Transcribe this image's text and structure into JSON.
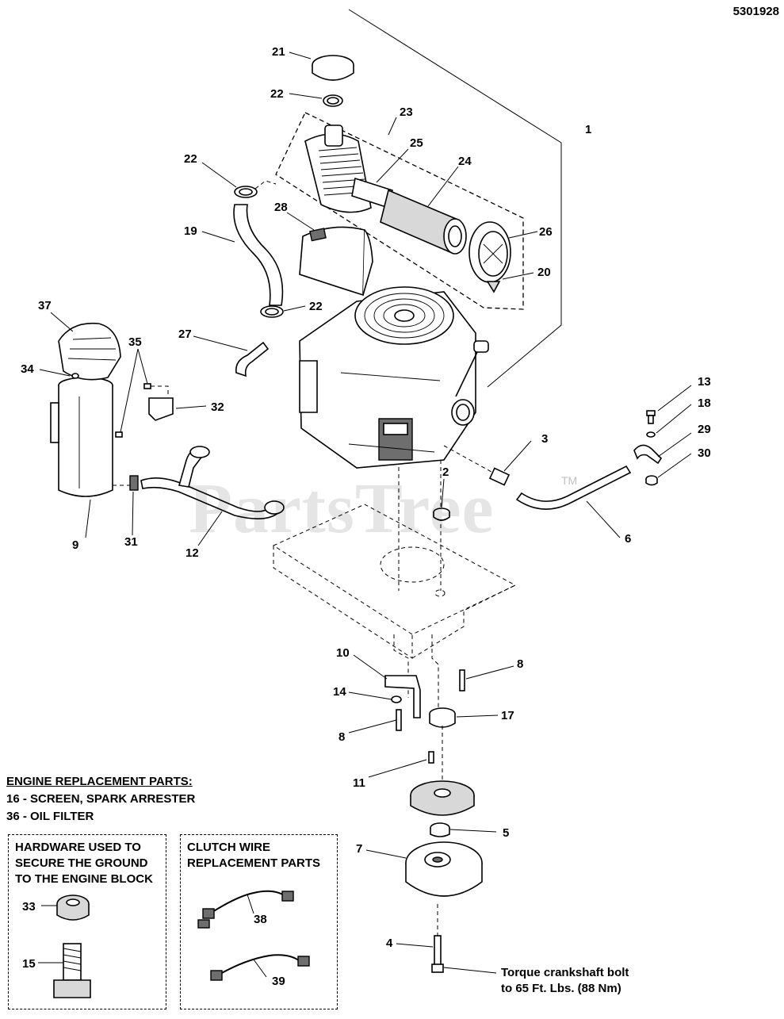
{
  "document_number": "5301928",
  "watermark": "PartsTree",
  "watermark_tm": "TM",
  "callouts": {
    "c1": "1",
    "c2": "2",
    "c3": "3",
    "c4": "4",
    "c5": "5",
    "c6": "6",
    "c7": "7",
    "c8a": "8",
    "c8b": "8",
    "c9": "9",
    "c10": "10",
    "c11": "11",
    "c12": "12",
    "c13": "13",
    "c14": "14",
    "c15": "15",
    "c17": "17",
    "c18": "18",
    "c19": "19",
    "c20": "20",
    "c21": "21",
    "c22a": "22",
    "c22b": "22",
    "c22c": "22",
    "c23": "23",
    "c24": "24",
    "c25": "25",
    "c26": "26",
    "c27": "27",
    "c28": "28",
    "c29": "29",
    "c30": "30",
    "c31": "31",
    "c32": "32",
    "c33": "33",
    "c34": "34",
    "c35": "35",
    "c37": "37",
    "c38": "38",
    "c39": "39"
  },
  "engine_replacement": {
    "heading": "ENGINE REPLACEMENT PARTS:",
    "items": [
      "16 - SCREEN, SPARK ARRESTER",
      "36 - OIL FILTER"
    ]
  },
  "hardware_panel": {
    "lines": [
      "HARDWARE USED TO",
      "SECURE THE GROUND",
      "TO THE ENGINE BLOCK"
    ]
  },
  "clutch_panel": {
    "lines": [
      "CLUTCH WIRE",
      "REPLACEMENT PARTS"
    ]
  },
  "torque_note": {
    "lines": [
      "Torque crankshaft bolt",
      "to 65 Ft. Lbs. (88 Nm)"
    ]
  }
}
